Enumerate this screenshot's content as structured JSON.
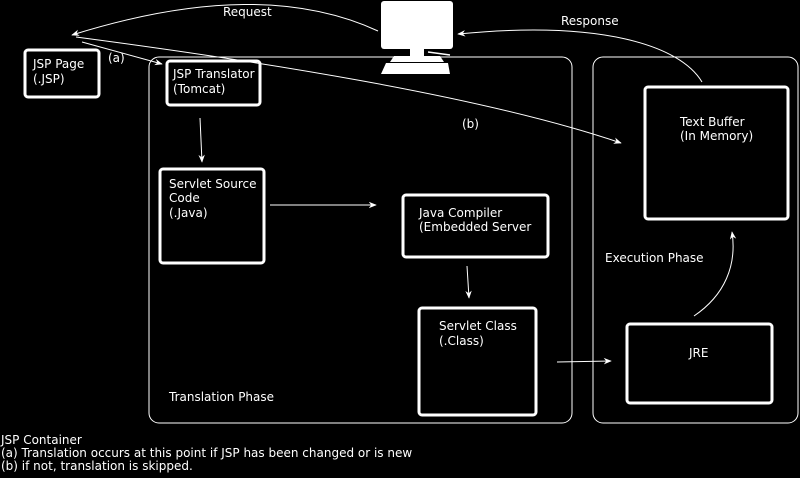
{
  "nodes": {
    "jsp_page": [
      "JSP Page",
      "(.JSP)"
    ],
    "jsp_translator": [
      "JSP Translator",
      "(Tomcat)"
    ],
    "servlet_source": [
      "Servlet Source",
      "Code",
      "(.Java)"
    ],
    "java_compiler": [
      "Java Compiler",
      "(Embedded Server"
    ],
    "servlet_class": [
      "Servlet Class",
      "(.Class)"
    ],
    "text_buffer": [
      "Text Buffer",
      "(In Memory)"
    ],
    "jre": [
      "JRE"
    ]
  },
  "edge_labels": {
    "request": "Request",
    "response": "Response",
    "a": "(a)",
    "b": "(b)"
  },
  "containers": {
    "translation_phase": "Translation Phase",
    "execution_phase": "Execution Phase"
  },
  "footnotes": {
    "container": "JSP Container",
    "note_a": "(a) Translation occurs at this point if JSP has been changed or is new",
    "note_b": "(b) if not, translation is skipped."
  },
  "colors": {
    "background": "#000000",
    "foreground": "#ffffff"
  },
  "icons": {
    "client": "desktop-computer-icon"
  }
}
